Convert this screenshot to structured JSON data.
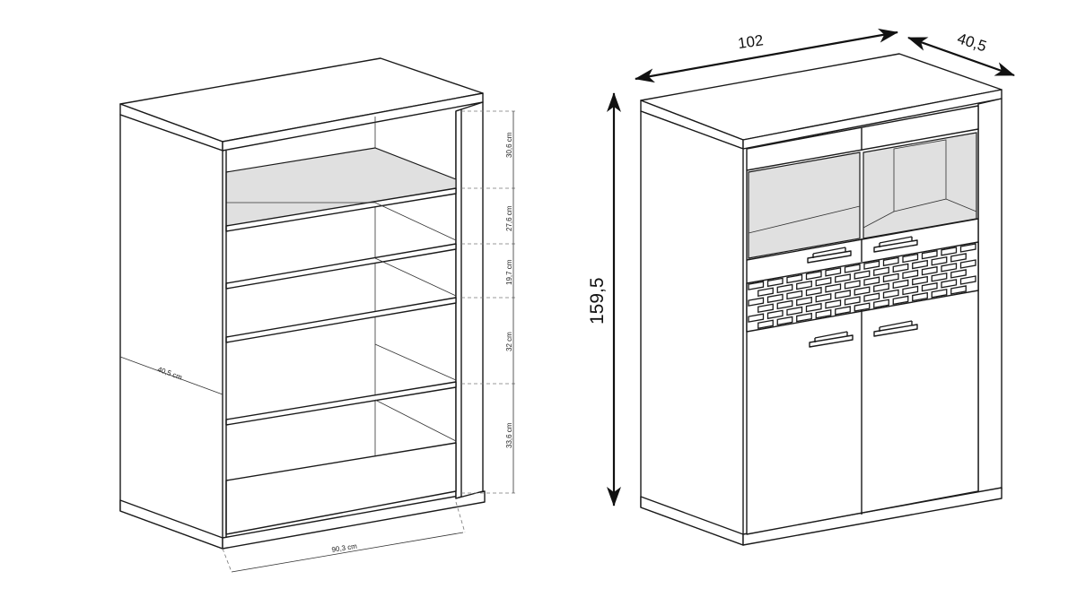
{
  "left_drawing": {
    "shelf_heights": [
      "30,6 cm",
      "27,6 cm",
      "19,7 cm",
      "32 cm",
      "33,6 cm"
    ],
    "depth_label": "40,5 cm",
    "width_label": "90,3 cm"
  },
  "right_drawing": {
    "width_label": "102",
    "depth_label": "40,5",
    "height_label": "159,5"
  },
  "colors": {
    "line": "#1a1a1a",
    "glass": "#e0e0e0",
    "background": "#ffffff"
  }
}
